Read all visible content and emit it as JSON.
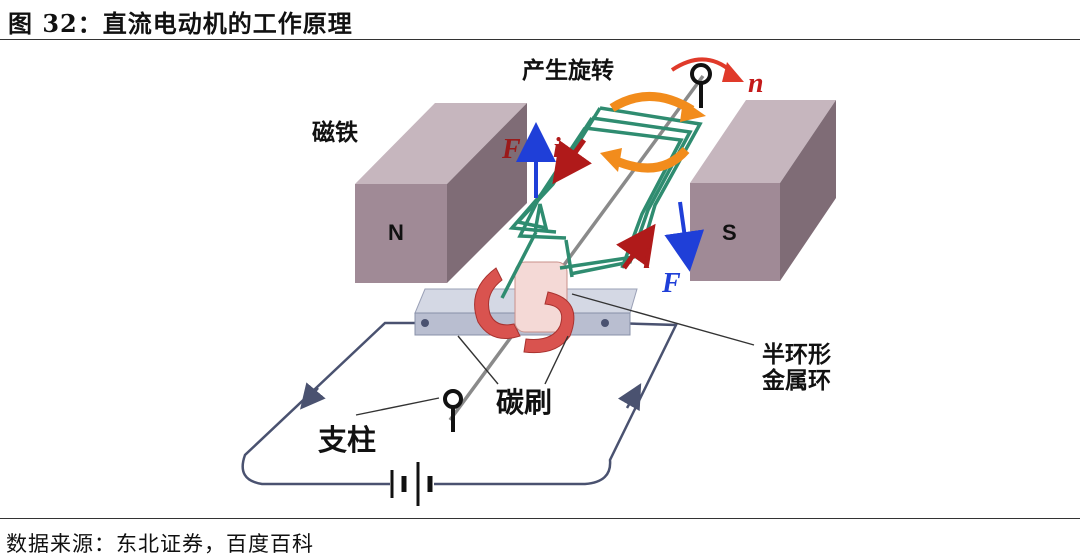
{
  "figure": {
    "caption": "图 32：直流电动机的工作原理",
    "source": "数据来源：东北证券，百度百科"
  },
  "labels": {
    "rotation": "产生旋转",
    "magnet": "磁铁",
    "pole_north": "N",
    "pole_south": "S",
    "commutator": "半环形",
    "commutator_line2": "金属环",
    "brush": "碳刷",
    "pillar": "支柱"
  },
  "symbols": {
    "rotation_speed": "n",
    "force_left": "F",
    "force_right": "F",
    "current_left": "i",
    "current_right": "i"
  },
  "colors": {
    "magnet": "#a08a96",
    "coil": "#2f8c70",
    "commutator": "#d9534f",
    "force_arrow": "#1f3fd8",
    "current_arrow": "#b01a1a",
    "rotation_arrow": "#f28c1c",
    "circuit": "#4a5270",
    "base": "#b9bed0"
  }
}
